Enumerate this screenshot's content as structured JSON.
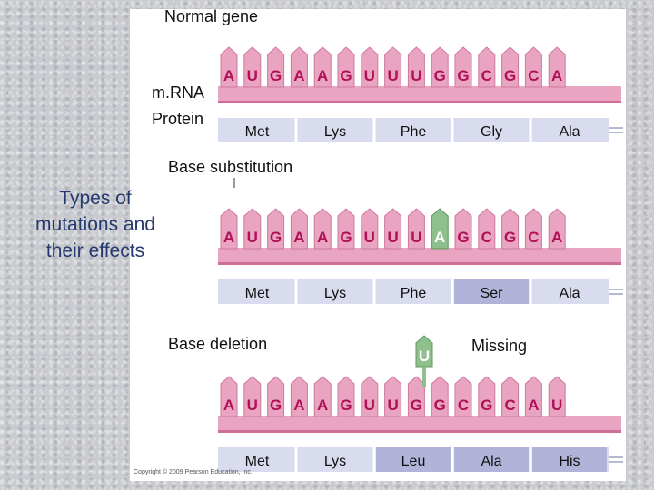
{
  "title": "Types of mutations and their effects",
  "labels": {
    "normal": "Normal gene",
    "mrna": "m.RNA",
    "protein": "Protein",
    "substitution": "Base substitution",
    "deletion": "Base deletion",
    "missing": "Missing",
    "copyright": "Copyright © 2009 Pearson Education, Inc."
  },
  "colors": {
    "rna": "#e9a4c2",
    "rna_dark": "#b01055",
    "protein": "#d9dbee",
    "mutant_base": "#8fbf8c",
    "changed_aa": "#b1b4d8"
  },
  "normal": {
    "bases": [
      "A",
      "U",
      "G",
      "A",
      "A",
      "G",
      "U",
      "U",
      "U",
      "G",
      "G",
      "C",
      "G",
      "C",
      "A"
    ],
    "amino_acids": [
      "Met",
      "Lys",
      "Phe",
      "Gly",
      "Ala"
    ]
  },
  "substitution": {
    "bases": [
      "A",
      "U",
      "G",
      "A",
      "A",
      "G",
      "U",
      "U",
      "U",
      "A",
      "G",
      "C",
      "G",
      "C",
      "A"
    ],
    "mutated_index": 9,
    "amino_acids": [
      "Met",
      "Lys",
      "Phe",
      "Ser",
      "Ala"
    ],
    "changed_aa_index": 3
  },
  "deletion": {
    "deleted_base": "U",
    "bases": [
      "A",
      "U",
      "G",
      "A",
      "A",
      "G",
      "U",
      "U",
      "G",
      "G",
      "C",
      "G",
      "C",
      "A",
      "U"
    ],
    "amino_acids": [
      "Met",
      "Lys",
      "Leu",
      "Ala",
      "His"
    ],
    "changed_aa_indices": [
      2,
      3,
      4
    ]
  }
}
